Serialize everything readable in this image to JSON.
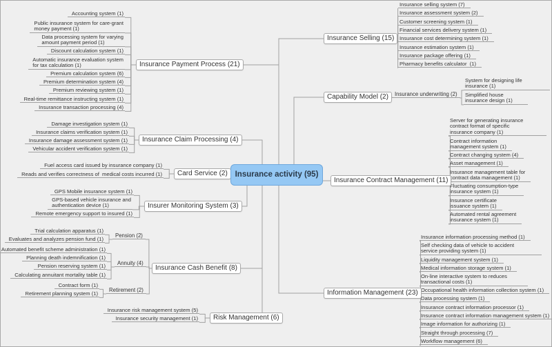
{
  "center": "Insurance activity (95)",
  "payment": {
    "label": "Insurance Payment Process (21)",
    "children": [
      "Accounting system (1)",
      "Public insurance system for care-grant\nmoney payment (1)",
      "Data processing system for varying\namount payment period (1)",
      "Discount calculation system (1)",
      "Automatic insurance evaluation system\nfor tax calculation (1)",
      "Premium calculation system (6)",
      "Premium determination system (4)",
      "Premium reviewing system (1)",
      "Real-time remittance instructing system (1)",
      "Insurance transaction processing (4)"
    ]
  },
  "claim": {
    "label": "Insurance Claim Processing (4)",
    "children": [
      "Damage investigation system (1)",
      "Insurance claims verification system (1)",
      "Insurance damage assessment system (1)",
      "Vehicular accident verification system (1)"
    ]
  },
  "card": {
    "label": "Card Service (2)",
    "children": [
      "Fuel access card issued by insurance company (1)",
      "Reads and verifies correctness of  medical costs incurred (1)"
    ]
  },
  "monitor": {
    "label": "Insurer Monitoring System (3)",
    "children": [
      "GPS Mobile insurance system (1)",
      "GPS-based vehicle insurance and\nauthentication device (1)",
      "Remote emergency support to insured (1)"
    ]
  },
  "cash": {
    "label": "Insurance Cash Benefit (8)",
    "pension": {
      "label": "Pension (2)",
      "children": [
        "Trial calculation apparatus (1)",
        "Evaluates and analyzes pension fund (1)"
      ]
    },
    "annuity": {
      "label": "Annuity (4)",
      "children": [
        "Automated benefit scheme administration (1)",
        "Planning death indemnification (1)",
        "Pension reserving system (1)",
        "Calculating annuitant mortality table (1)"
      ]
    },
    "retirement": {
      "label": "Retirement (2)",
      "children": [
        "Contract form (1)",
        "Retirement planning system (1)"
      ]
    }
  },
  "risk": {
    "label": "Risk Management (6)",
    "children": [
      "Insurance risk management system (5)",
      "Insurance security management (1)"
    ]
  },
  "selling": {
    "label": "Insurance Selling (15)",
    "children": [
      "Insurance selling system (7)",
      "Insurance assessment system (2)",
      "Customer screening system (1)",
      "Financial services delivery system (1)",
      "Insurance cost determining system (1)",
      "Insurance estimation system (1)",
      "Insurance package offering (1)",
      "Pharmacy benefits calculator  (1)"
    ]
  },
  "capability": {
    "label": "Capability Model (2)",
    "underwriting": {
      "label": "Insurance underwriting (2)",
      "children": [
        "System for designing life\ninsurance (1)",
        "Simplified house\ninsurance design (1)"
      ]
    }
  },
  "contract": {
    "label": "Insurance Contract Management (11)",
    "children": [
      "Server for generating insurance\ncontract format of specific\ninsurance company (1)",
      "Contract information\nmanagement system (1)",
      "Contract changing system (4)",
      "Asset management (1)",
      "Insurance management table for\ncontract data management (1)",
      "Fluctuating consumption-type\ninsurance system (1)",
      "Insurance certificate\nissuance system (1)",
      "Automated rental agreement\ninsurance system (1)"
    ]
  },
  "info": {
    "label": "Information Management (23)",
    "children": [
      "Insurance information processing method (1)",
      "Self checking data of vehicle to accident\nservice providing system (1)",
      "Liquidity management system (1)",
      "Medical information storage system (1)",
      "On-line interactive system to reduces\ntransactional costs (1)",
      "Occupational health information collection system (1)",
      "Data processing system (1)",
      "Insurance contract information processor (1)",
      "Insurance contract information management system (1)",
      "Image information for authorizing (1)",
      "Straight through processing (7)",
      "Workflow management (6)"
    ]
  }
}
